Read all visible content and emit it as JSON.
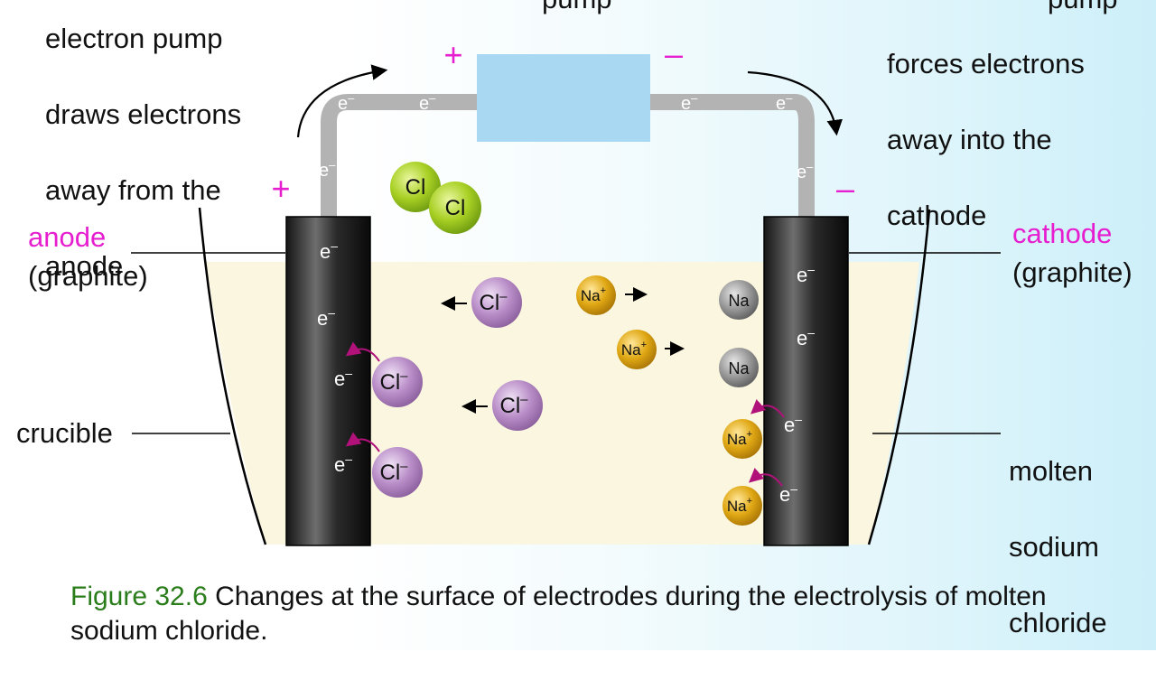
{
  "labels": {
    "left_top_lines": [
      "electron pump",
      "draws electrons",
      "away from the",
      "anode"
    ],
    "right_top_lines": [
      "forces electrons",
      "away into the",
      "cathode"
    ],
    "center_top_fragment": "pump",
    "right_top_fragment": "pump",
    "anode": "anode",
    "anode_material": "(graphite)",
    "cathode": "cathode",
    "cathode_material": "(graphite)",
    "crucible": "crucible",
    "molten_lines": [
      "molten",
      "sodium",
      "chloride"
    ]
  },
  "symbols": {
    "plus": "+",
    "minus": "–",
    "electron": "e",
    "electron_sup": "–",
    "chlorine": "Cl",
    "chloride": "Cl",
    "chloride_sup": "–",
    "sodium": "Na",
    "sodium_ion": "Na",
    "sodium_ion_sup": "+"
  },
  "caption": {
    "figure": "Figure 32.6",
    "text": " Changes at the surface of electrodes during the electrolysis of molten sodium chloride."
  },
  "colors": {
    "electrode_charge": "#e61ecf",
    "wire": "#b3b3b3",
    "battery": "#a9d8f2",
    "melt": "#fbf6df",
    "chlorine": "#9cc61e",
    "chloride": "#b68ac4",
    "sodium_ion": "#dca20c",
    "sodium": "#8c8c8c",
    "caption_figure": "#2a7d1a"
  }
}
